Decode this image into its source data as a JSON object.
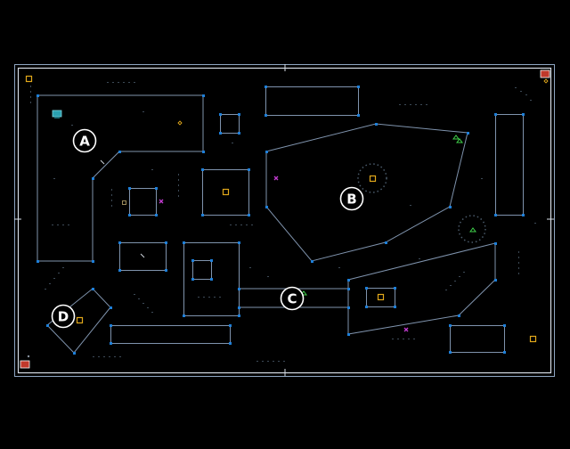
{
  "map": {
    "zones": [
      {
        "id": "A",
        "label": "A"
      },
      {
        "id": "B",
        "label": "B"
      },
      {
        "id": "C",
        "label": "C"
      },
      {
        "id": "D",
        "label": "D"
      }
    ],
    "colors": {
      "background": "#000000",
      "wall": "#7f93ad",
      "node": "#1e7fd8",
      "crate": "#e2a81b",
      "hazard": "#c23bd0",
      "marker": "#3fd14a",
      "terminal": "#c0392b",
      "computer": "#2aa0b0"
    },
    "icons": [
      "terminal-icon",
      "computer-icon",
      "crate-icon",
      "hazard-x-icon",
      "marker-triangle-icon"
    ]
  }
}
